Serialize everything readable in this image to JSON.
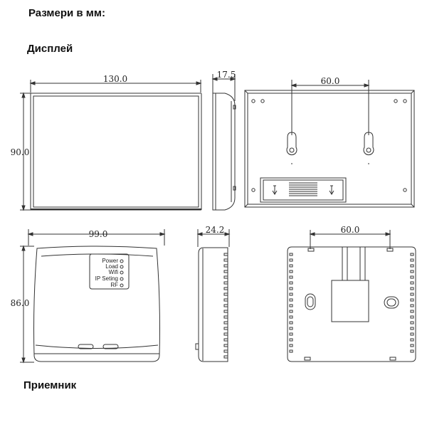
{
  "headings": {
    "dimensions": "Размери в мм:",
    "display": "Дисплей",
    "receiver": "Приемник"
  },
  "display_dims": {
    "front_width": "130.0",
    "front_height": "90.0",
    "side_depth": "17.5",
    "back_hole_spacing": "60.0"
  },
  "receiver_dims": {
    "front_width": "99.0",
    "front_height": "86.0",
    "side_depth": "24.2",
    "back_hole_spacing": "60.0"
  },
  "receiver_labels": [
    "Power",
    "Load",
    "Wifi",
    "IP Seting",
    "RF"
  ],
  "colors": {
    "line": "#333333",
    "text": "#222222",
    "background": "#ffffff"
  }
}
